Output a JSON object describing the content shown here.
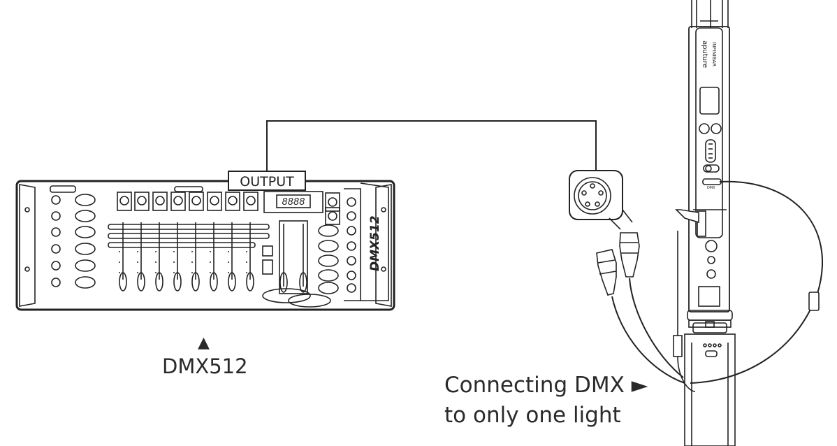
{
  "console": {
    "output_label": "OUTPUT",
    "display_text": "8888",
    "model_label": "DMX512"
  },
  "light": {
    "brand_text": "aputure",
    "model_text": "INFINIBAR",
    "port_text": "DMX"
  },
  "labels": {
    "console_caption": "DMX512",
    "console_arrow": "▲",
    "connection_line1": "Connecting DMX ►",
    "connection_line2": "to only one light"
  }
}
